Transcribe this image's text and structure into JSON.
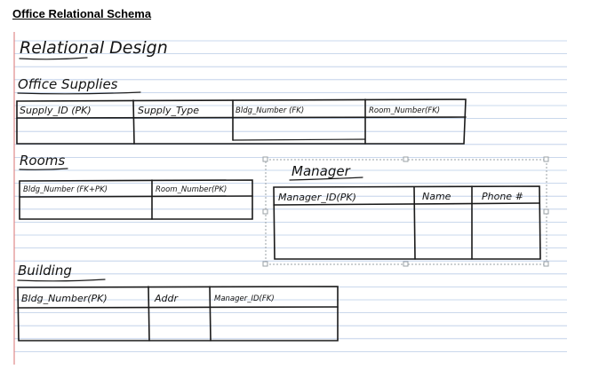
{
  "page_title": "Office Relational Schema",
  "notebook": {
    "heading": "Relational Design",
    "tables": [
      {
        "name": "Office Supplies",
        "columns": [
          "Supply_ID (PK)",
          "Supply_Type",
          "Bldg_Number (FK)",
          "Room_Number(FK)"
        ]
      },
      {
        "name": "Rooms",
        "columns": [
          "Bldg_Number (FK+PK)",
          "Room_Number(PK)"
        ]
      },
      {
        "name": "Manager",
        "columns": [
          "Manager_ID(PK)",
          "Name",
          "Phone #"
        ]
      },
      {
        "name": "Building",
        "columns": [
          "Bldg_Number(PK)",
          "Addr",
          "Manager_ID(FK)"
        ]
      }
    ]
  },
  "colors": {
    "rule_lines": "#b9cbe6",
    "margin_line": "#e08a8a",
    "ink": "#1a1a1a",
    "selection_border": "#9aa0a6"
  }
}
